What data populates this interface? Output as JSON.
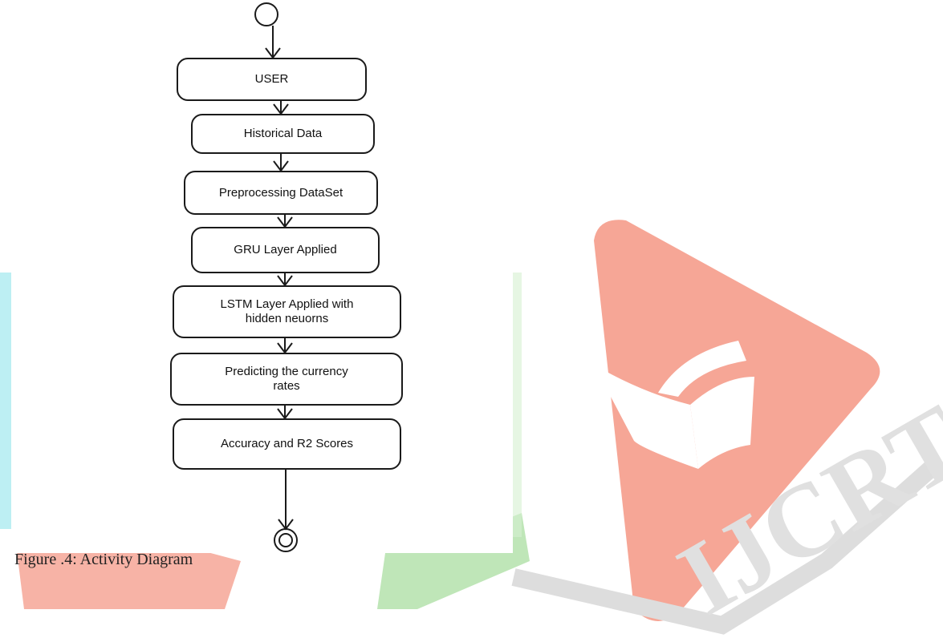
{
  "diagram": {
    "nodes": [
      {
        "id": "user",
        "label": "USER"
      },
      {
        "id": "historical",
        "label": "Historical Data"
      },
      {
        "id": "preprocess",
        "label": "Preprocessing DataSet"
      },
      {
        "id": "gru",
        "label": "GRU Layer Applied"
      },
      {
        "id": "lstm",
        "label": "LSTM Layer Applied with hidden neuorns"
      },
      {
        "id": "predict",
        "label": "Predicting the currency rates"
      },
      {
        "id": "accuracy",
        "label": "Accuracy and R2 Scores"
      }
    ],
    "edges": [
      [
        "start",
        "user"
      ],
      [
        "user",
        "historical"
      ],
      [
        "historical",
        "preprocess"
      ],
      [
        "preprocess",
        "gru"
      ],
      [
        "gru",
        "lstm"
      ],
      [
        "lstm",
        "predict"
      ],
      [
        "predict",
        "accuracy"
      ],
      [
        "accuracy",
        "end"
      ]
    ]
  },
  "caption": "Figure .4: Activity Diagram",
  "watermark": {
    "text": "IJCRT",
    "colors": {
      "red": "#f7a89c",
      "orange": "#fbd3b4",
      "green": "#bfe6b8",
      "cyan": "#bdeff3",
      "gray": "#e0e0e0"
    }
  }
}
